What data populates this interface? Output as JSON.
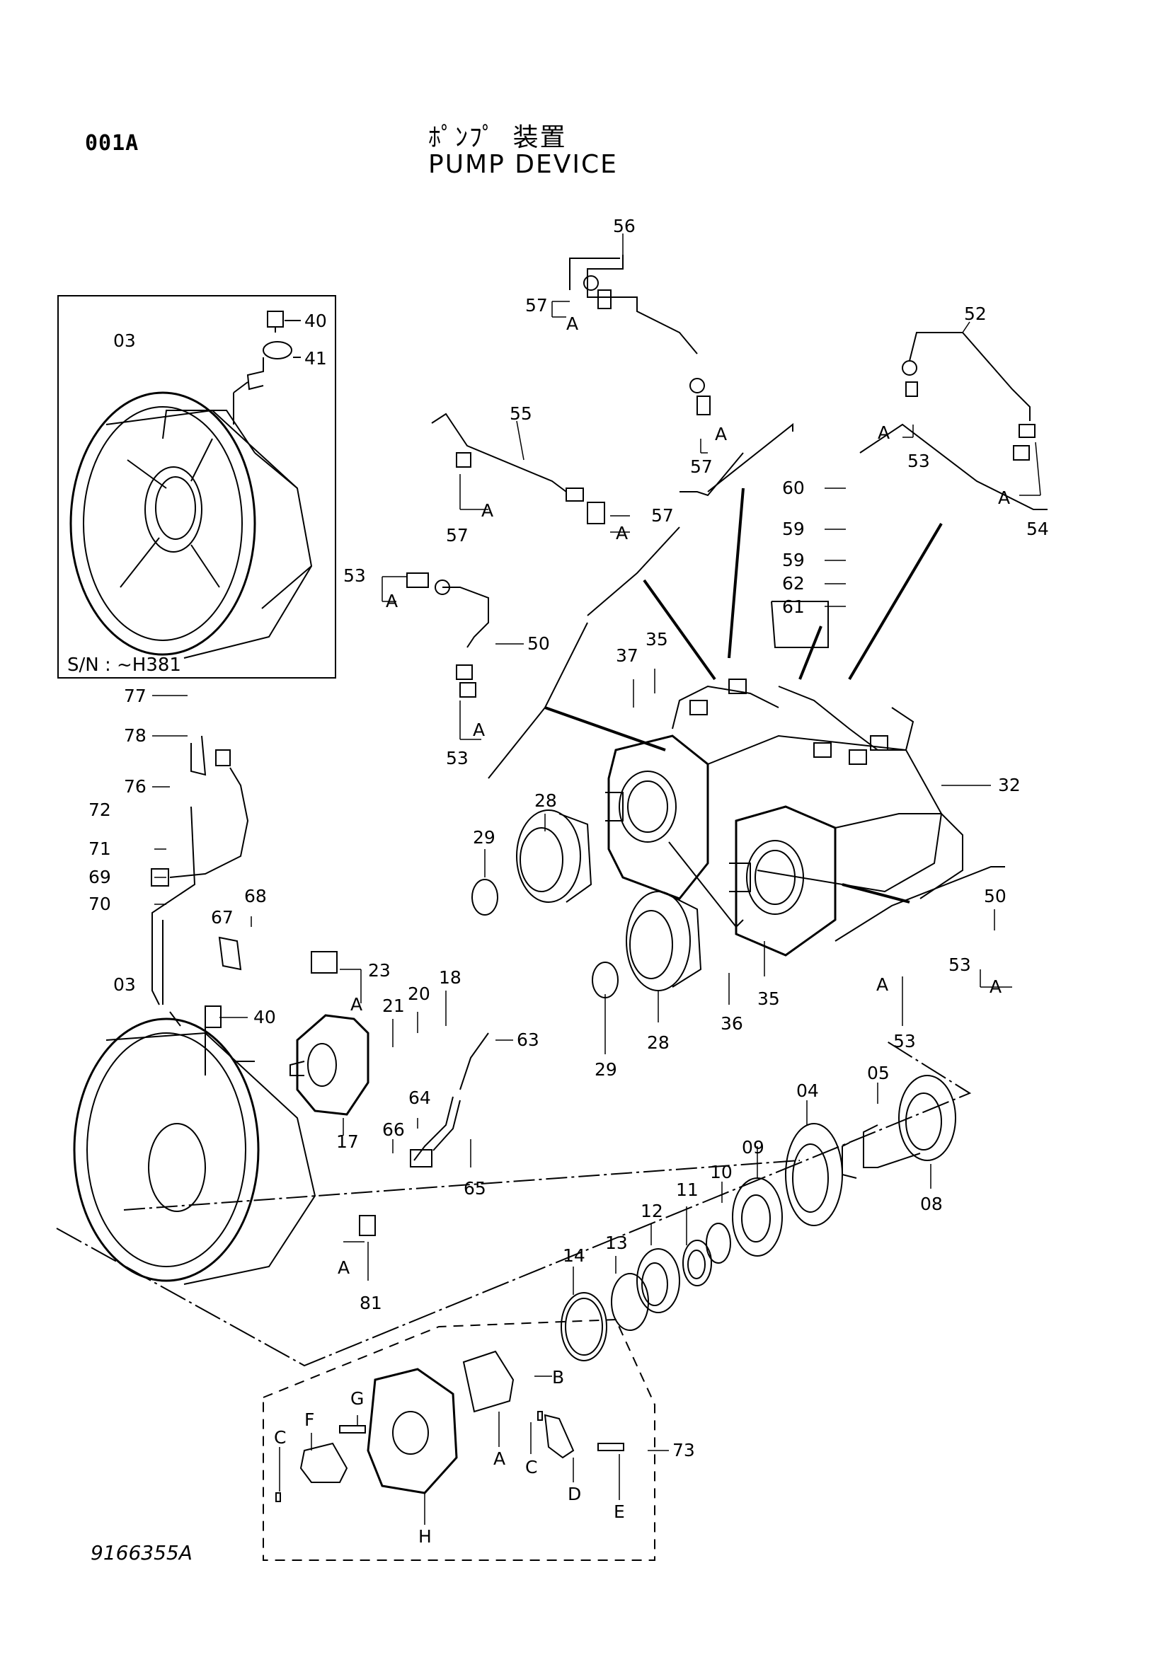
{
  "header": {
    "page_code": "001A",
    "title_jp": "ﾎﾟﾝﾌﾟ 装置",
    "title_en": "PUMP DEVICE"
  },
  "footer": {
    "drawing_number": "9166355A"
  },
  "inset": {
    "serial_note": "S/N : ~H381"
  },
  "callouts": {
    "c56": "56",
    "c57a": "57",
    "c57b": "57",
    "c57c": "57",
    "c57d": "57",
    "c52": "52",
    "c53a": "53",
    "c53b": "53",
    "c53c": "53",
    "c53d": "53",
    "c53e": "53",
    "c55": "55",
    "c54": "54",
    "c60": "60",
    "c59a": "59",
    "c59b": "59",
    "c62": "62",
    "c61": "61",
    "c50a": "50",
    "c50b": "50",
    "c03a": "03",
    "c03b": "03",
    "c40a": "40",
    "c40b": "40",
    "c41": "41",
    "c37": "37",
    "c35a": "35",
    "c35b": "35",
    "c32": "32",
    "c77": "77",
    "c78": "78",
    "c76": "76",
    "c72": "72",
    "c71": "71",
    "c69": "69",
    "c70": "70",
    "c68": "68",
    "c67": "67",
    "c28a": "28",
    "c28b": "28",
    "c29a": "29",
    "c29b": "29",
    "c36": "36",
    "c23": "23",
    "c21": "21",
    "c20": "20",
    "c18": "18",
    "c63": "63",
    "c17": "17",
    "c66": "66",
    "c64": "64",
    "c65": "65",
    "c05": "05",
    "c04": "04",
    "c09": "09",
    "c10": "10",
    "c11": "11",
    "c12": "12",
    "c13": "13",
    "c14": "14",
    "c08": "08",
    "c81": "81",
    "c73": "73",
    "A1": "A",
    "A2": "A",
    "A3": "A",
    "A4": "A",
    "A5": "A",
    "A6": "A",
    "A7": "A",
    "A8": "A",
    "A9": "A",
    "A10": "A",
    "A11": "A",
    "A12": "A",
    "A13": "A",
    "B": "B",
    "G": "G",
    "F": "F",
    "Cl": "C",
    "Cr": "C",
    "H": "H",
    "D": "D",
    "E": "E"
  }
}
